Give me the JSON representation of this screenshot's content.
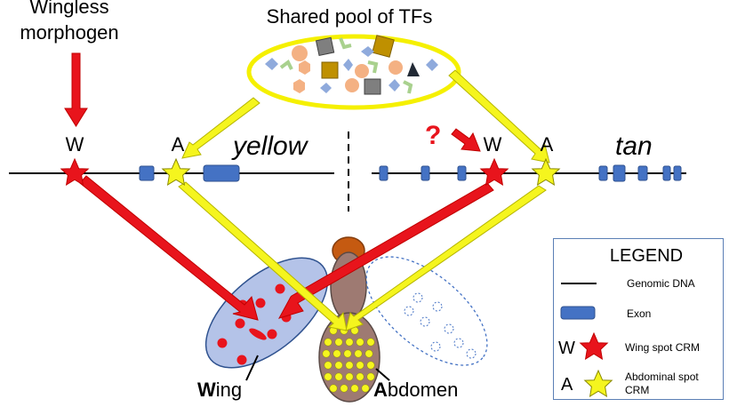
{
  "labels": {
    "morphogen_line1": "Wingless",
    "morphogen_line2": "morphogen",
    "pool_title": "Shared pool of TFs",
    "w_left": "W",
    "a_left": "A",
    "gene_left": "yellow",
    "question": "?",
    "w_right": "W",
    "a_right": "A",
    "gene_right": "tan",
    "wing_bold": "W",
    "wing_rest": "ing",
    "abdomen_bold": "A",
    "abdomen_rest": "bdomen"
  },
  "legend": {
    "title": "LEGEND",
    "dna_label": "Genomic DNA",
    "exon_label": "Exon",
    "wing_letter": "W",
    "wing_label": "Wing spot CRM",
    "abd_letter": "A",
    "abd_label_line1": "Abdominal spot",
    "abd_label_line2": "CRM"
  },
  "colors": {
    "red_arrow": "#e8141c",
    "yellow_arrow": "#f5f51e",
    "exon": "#4472c4",
    "wing_fill": "#b4c3e8",
    "body_brown": "#9e7a72",
    "head_orange": "#c55a11",
    "legend_border": "#5b7fb5"
  }
}
